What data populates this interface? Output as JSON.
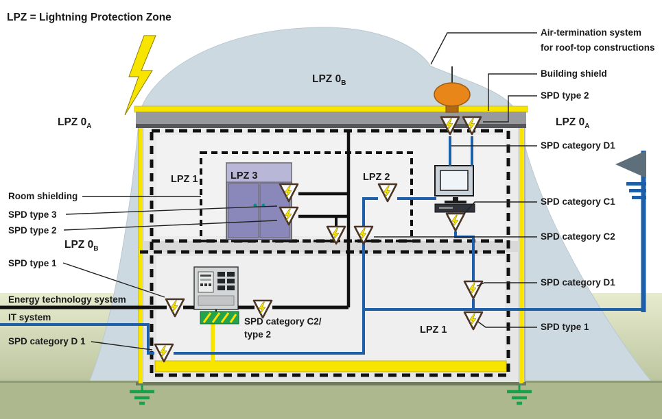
{
  "title": "LPZ = Lightning Protection Zone",
  "zones": {
    "lpz0": "LPZ 0",
    "sub_a": "A",
    "sub_b": "B",
    "lpz1": "LPZ 1",
    "lpz2": "LPZ 2",
    "lpz3": "LPZ 3"
  },
  "left_labels": {
    "room_shielding": "Room shielding",
    "spd_type3": "SPD type 3",
    "spd_type2": "SPD type 2",
    "spd_type1": "SPD type 1",
    "energy": "Energy technology system",
    "it": "IT system",
    "spd_cat_d1": "SPD category D 1"
  },
  "right_labels": {
    "air_term_1": "Air-termination system",
    "air_term_2": "for roof-top constructions",
    "building_shield": "Building shield",
    "spd_type2": "SPD type 2",
    "spd_cat_d1_top": "SPD category D1",
    "spd_cat_c1": "SPD category C1",
    "spd_cat_c2": "SPD category C2",
    "spd_cat_d1_mid": "SPD category D1",
    "spd_type1": "SPD type 1"
  },
  "inner_labels": {
    "spd_c2_line1": "SPD category C2/",
    "spd_c2_line2": "type 2"
  },
  "colors": {
    "yellow": "#F7E500",
    "blue_line": "#1E5FA9",
    "tent": "#CDD9E1",
    "earth_green": "#18A14B",
    "cabinet_purple": "#9A97C6",
    "spd_outline": "#4A3526"
  }
}
